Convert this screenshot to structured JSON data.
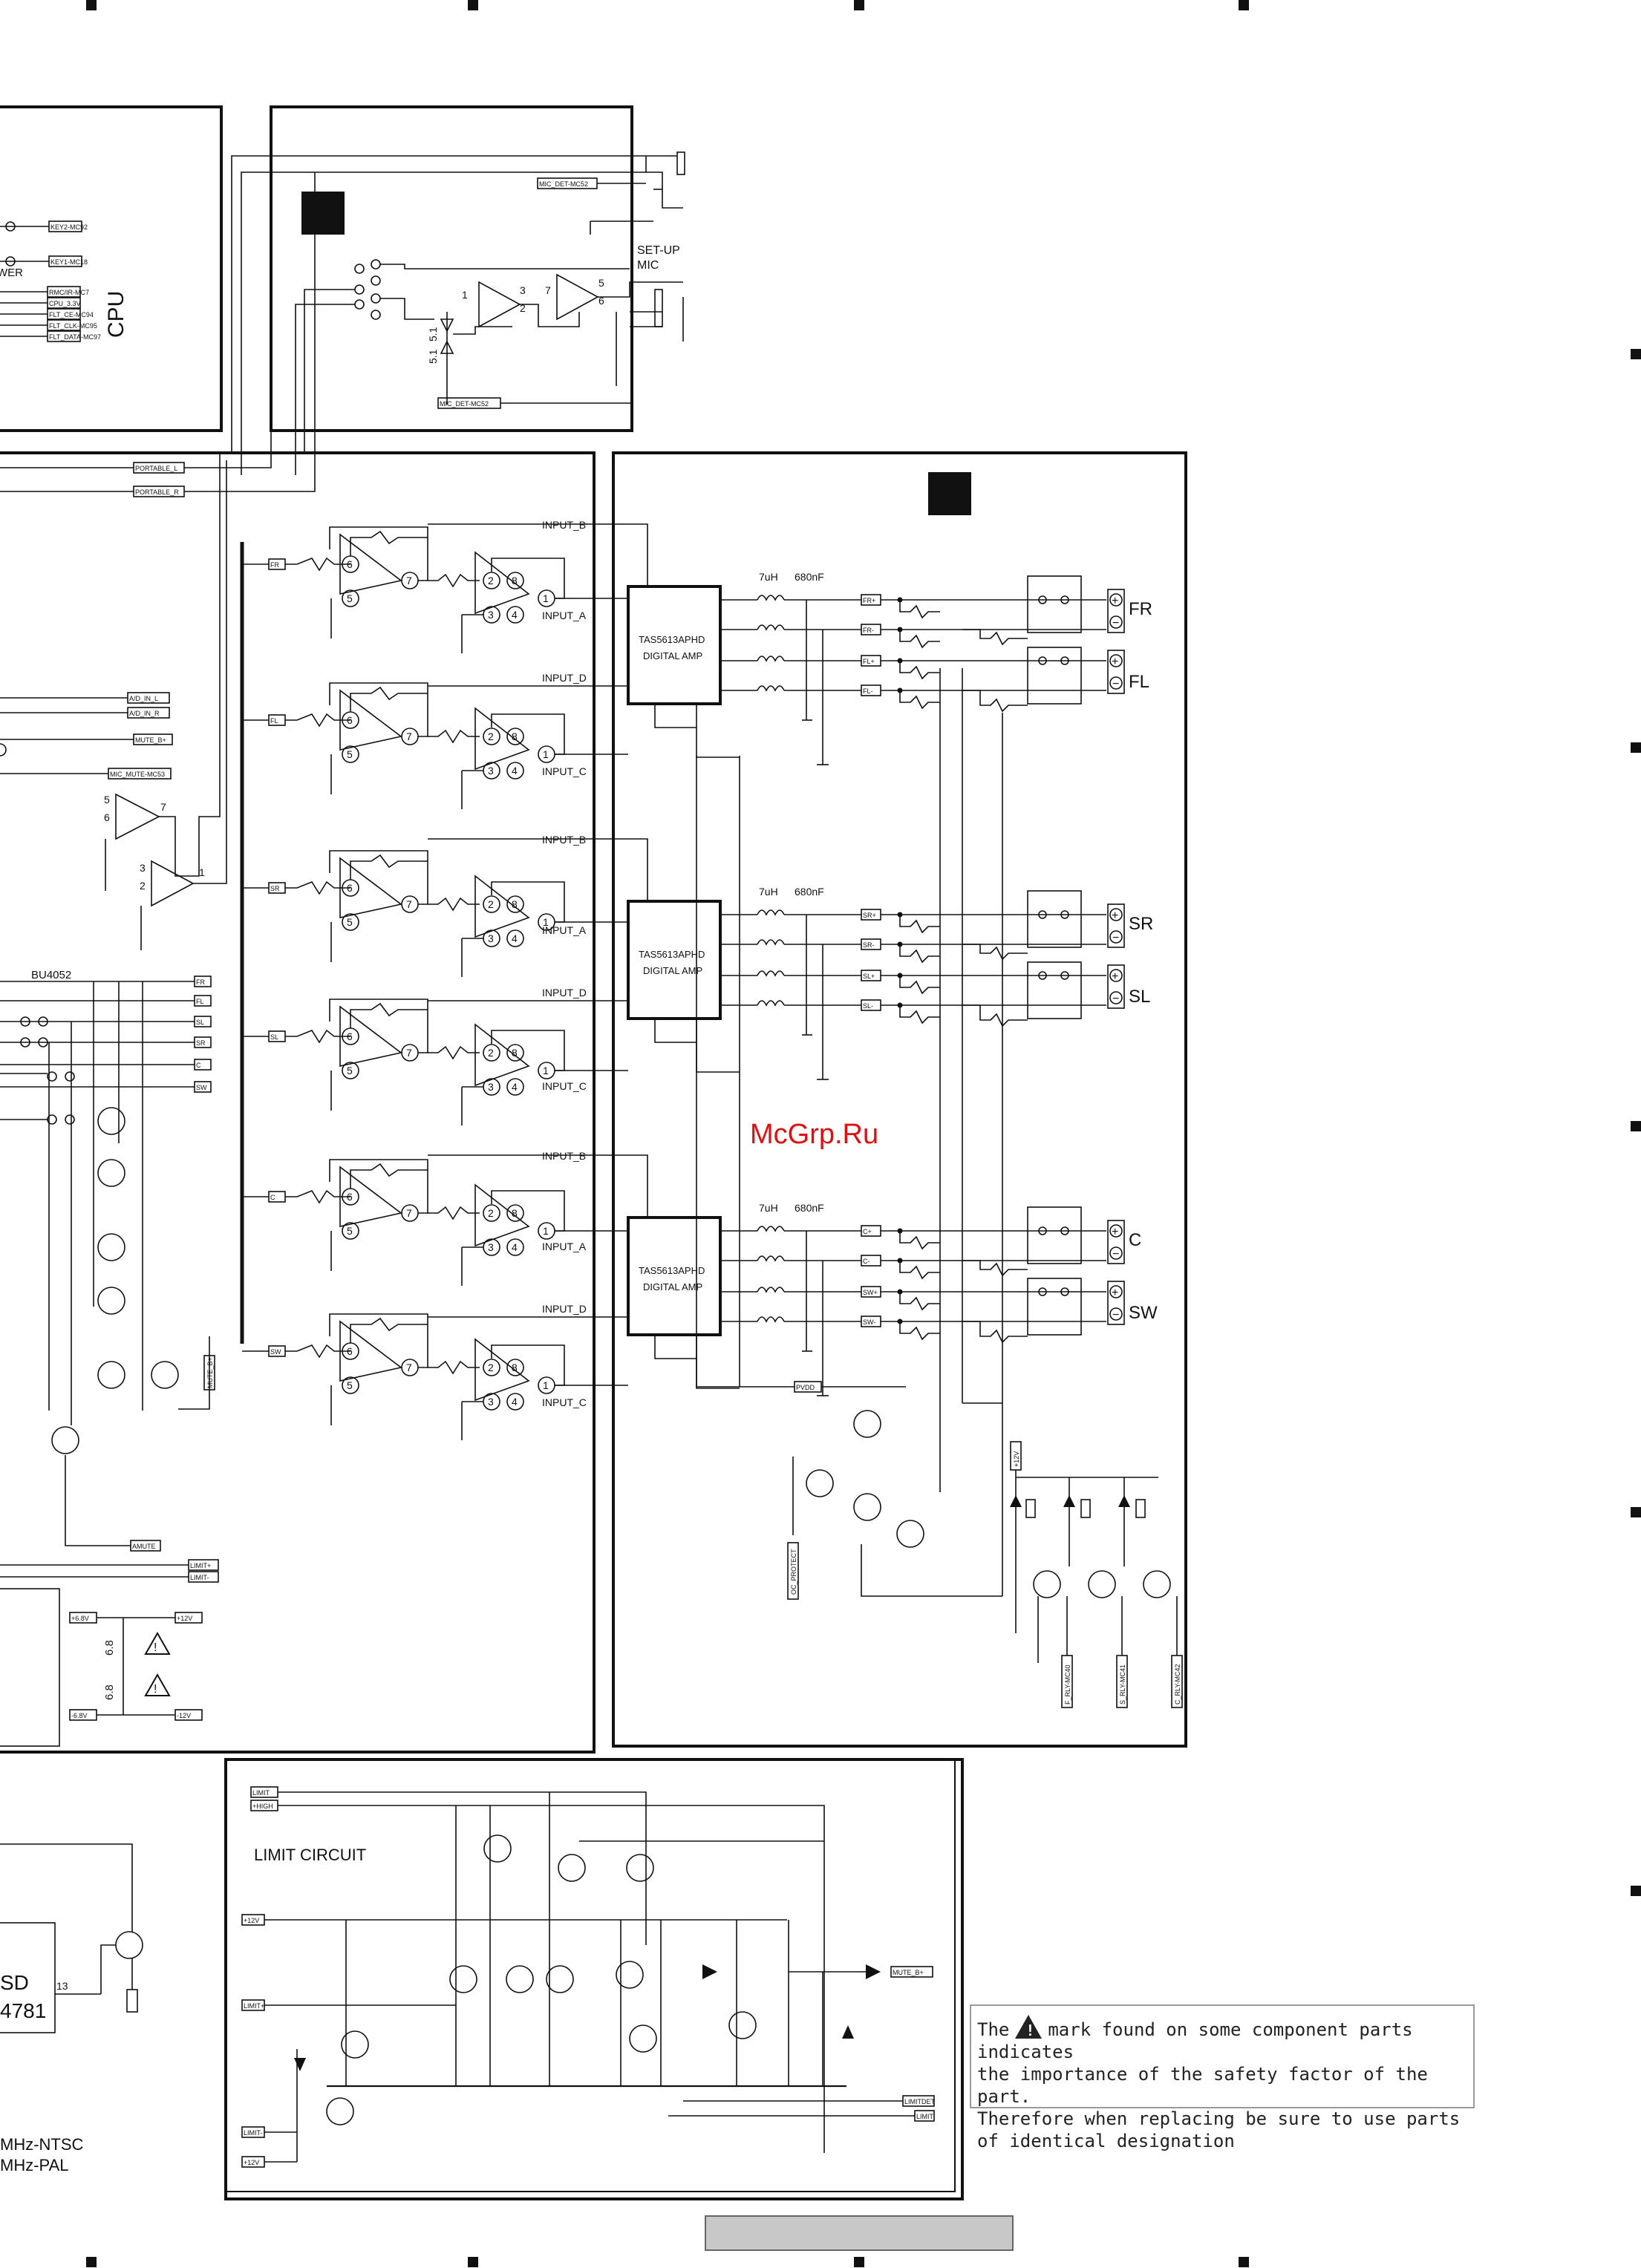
{
  "labels": {
    "cpu": "CPU",
    "setup_mic": [
      "SET-UP",
      "MIC"
    ],
    "limit_circuit": "LIMIT CIRCUIT",
    "watermark": "McGrp.Ru",
    "ic_name": "BU4052",
    "partial_sd": "SD",
    "partial_4781": "4781",
    "osc_ntsc": "MHz-NTSC",
    "osc_pal": "MHz-PAL",
    "pin13": "13",
    "diode_68": "6.8",
    "diode_51": "5.1",
    "partial_wer": "WER"
  },
  "amps": [
    {
      "line1": "TAS5613APHD",
      "line2": "DIGITAL AMP",
      "l_val": "7uH",
      "c_val": "680nF",
      "in_b": "INPUT_B",
      "in_a": "INPUT_A",
      "in_d": "INPUT_D",
      "in_c": "INPUT_C",
      "out1": "FR",
      "out2": "FL",
      "tag1": "FR",
      "tag2": "FL"
    },
    {
      "line1": "TAS5613APHD",
      "line2": "DIGITAL AMP",
      "l_val": "7uH",
      "c_val": "680nF",
      "in_b": "INPUT_B",
      "in_a": "INPUT_A",
      "in_d": "INPUT_D",
      "in_c": "INPUT_C",
      "out1": "SR",
      "out2": "SL",
      "tag1": "SR",
      "tag2": "SL"
    },
    {
      "line1": "TAS5613APHD",
      "line2": "DIGITAL AMP",
      "l_val": "7uH",
      "c_val": "680nF",
      "in_b": "INPUT_B",
      "in_a": "INPUT_A",
      "in_d": "INPUT_D",
      "in_c": "INPUT_C",
      "out1": "C",
      "out2": "SW",
      "tag1": "C",
      "tag2": "SW"
    }
  ],
  "signal_tags": {
    "key2": "KEY2-MC92",
    "key1": "KEY1-MC18",
    "rmc": "RMC/IR-MC7",
    "cpu33": "CPU_3.3V",
    "flt_ce": "FLT_CE-MC94",
    "flt_clk": "FLT_CLK-MC95",
    "flt_data": "FLT_DATA-MC97",
    "mic_det1": "MIC_DET-MC52",
    "mic_det2": "MIC_DET-MC52",
    "portable_l": "PORTABLE_L",
    "portable_r": "PORTABLE_R",
    "ad_in_l": "A/D_IN_L",
    "ad_in_r": "A/D_IN_R",
    "mute_b": "MUTE_B+",
    "mic_mute": "MIC_MUTE-MC53",
    "amute": "AMUTE",
    "limit_plus": "LIMIT+",
    "limit_minus": "LIMIT-",
    "p68": "+6.8V",
    "m68": "-6.8V",
    "p12": "+12V",
    "m12": "-12V",
    "pvdd": "PVDD",
    "oc_protect": "OC_PROTECT",
    "p12v_relay": "+12V",
    "rly_fr": "F_RLY-MC40",
    "rly_sr": "S_RLY-MC41",
    "rly_c": "C_RLY-MC42",
    "limit_in": "LIMIT",
    "high": "+HIGH",
    "lim_p12": "+12V",
    "lim_limp": "LIMIT+",
    "lim_limm": "LIMIT-",
    "lim_p12b": "+12V",
    "mute_b_out": "MUTE_B+",
    "limit_det": "LIMITDET",
    "limit_out": "LIMIT",
    "mute_b_v": "MUTE_B+"
  },
  "pins": [
    "1",
    "2",
    "3",
    "4",
    "5",
    "6",
    "7",
    "8"
  ],
  "note": {
    "line1_a": "The",
    "line1_b": "mark found on some component parts indicates",
    "line2": "the importance of the safety factor of the part.",
    "line3": "Therefore when replacing be sure to use parts",
    "line4": "of identical designation"
  }
}
